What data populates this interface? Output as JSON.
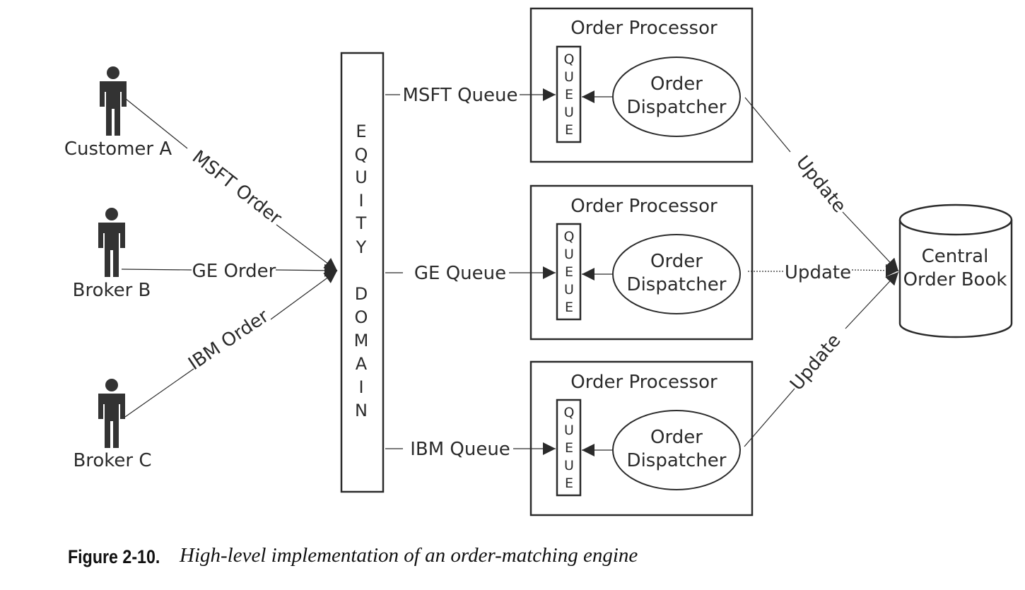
{
  "actors": [
    {
      "label": "Customer A",
      "icon": "person-icon"
    },
    {
      "label": "Broker B",
      "icon": "person-icon"
    },
    {
      "label": "Broker C",
      "icon": "person-icon"
    }
  ],
  "orders": [
    "MSFT Order",
    "GE Order",
    "IBM Order"
  ],
  "domain_letters": [
    "E",
    "Q",
    "U",
    "I",
    "T",
    "Y",
    "D",
    "O",
    "M",
    "A",
    "I",
    "N"
  ],
  "queues": [
    "MSFT Queue",
    "GE Queue",
    "IBM Queue"
  ],
  "processors": [
    {
      "title": "Order Processor",
      "dispatcher": [
        "Order",
        "Dispatcher"
      ],
      "queue_letters": [
        "Q",
        "U",
        "E",
        "U",
        "E"
      ]
    },
    {
      "title": "Order Processor",
      "dispatcher": [
        "Order",
        "Dispatcher"
      ],
      "queue_letters": [
        "Q",
        "U",
        "E",
        "U",
        "E"
      ]
    },
    {
      "title": "Order Processor",
      "dispatcher": [
        "Order",
        "Dispatcher"
      ],
      "queue_letters": [
        "Q",
        "U",
        "E",
        "U",
        "E"
      ]
    }
  ],
  "updates": [
    "Update",
    "Update",
    "Update"
  ],
  "order_book": [
    "Central",
    "Order Book"
  ],
  "caption": {
    "number": "Figure 2-10.",
    "text": "High-level implementation of an order-matching engine"
  },
  "colors": {
    "stroke": "#2b2b2b",
    "text": "#2b2b2b"
  }
}
